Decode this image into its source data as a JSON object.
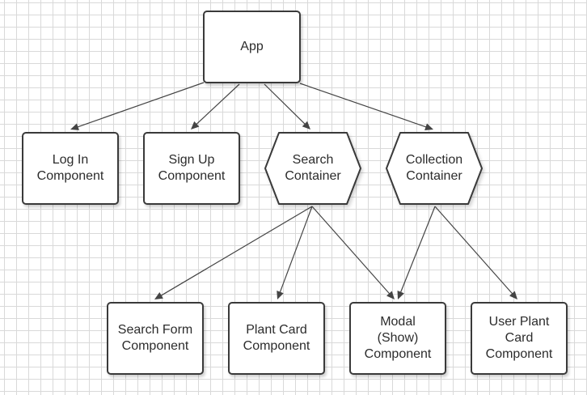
{
  "diagram": {
    "nodes": {
      "app": "App",
      "login": "Log In\nComponent",
      "signup": "Sign Up\nComponent",
      "search_container": "Search\nContainer",
      "collection_container": "Collection\nContainer",
      "search_form": "Search Form\nComponent",
      "plant_card": "Plant Card\nComponent",
      "modal": "Modal\n(Show)\nComponent",
      "user_plant_card": "User Plant\nCard\nComponent"
    },
    "edges": [
      {
        "from": "App",
        "to": "Log In Component"
      },
      {
        "from": "App",
        "to": "Sign Up Component"
      },
      {
        "from": "App",
        "to": "Search Container"
      },
      {
        "from": "App",
        "to": "Collection Container"
      },
      {
        "from": "Search Container",
        "to": "Search Form Component"
      },
      {
        "from": "Search Container",
        "to": "Plant Card Component"
      },
      {
        "from": "Search Container",
        "to": "Modal (Show) Component"
      },
      {
        "from": "Collection Container",
        "to": "Modal (Show) Component"
      },
      {
        "from": "Collection Container",
        "to": "User Plant Card Component"
      }
    ]
  }
}
